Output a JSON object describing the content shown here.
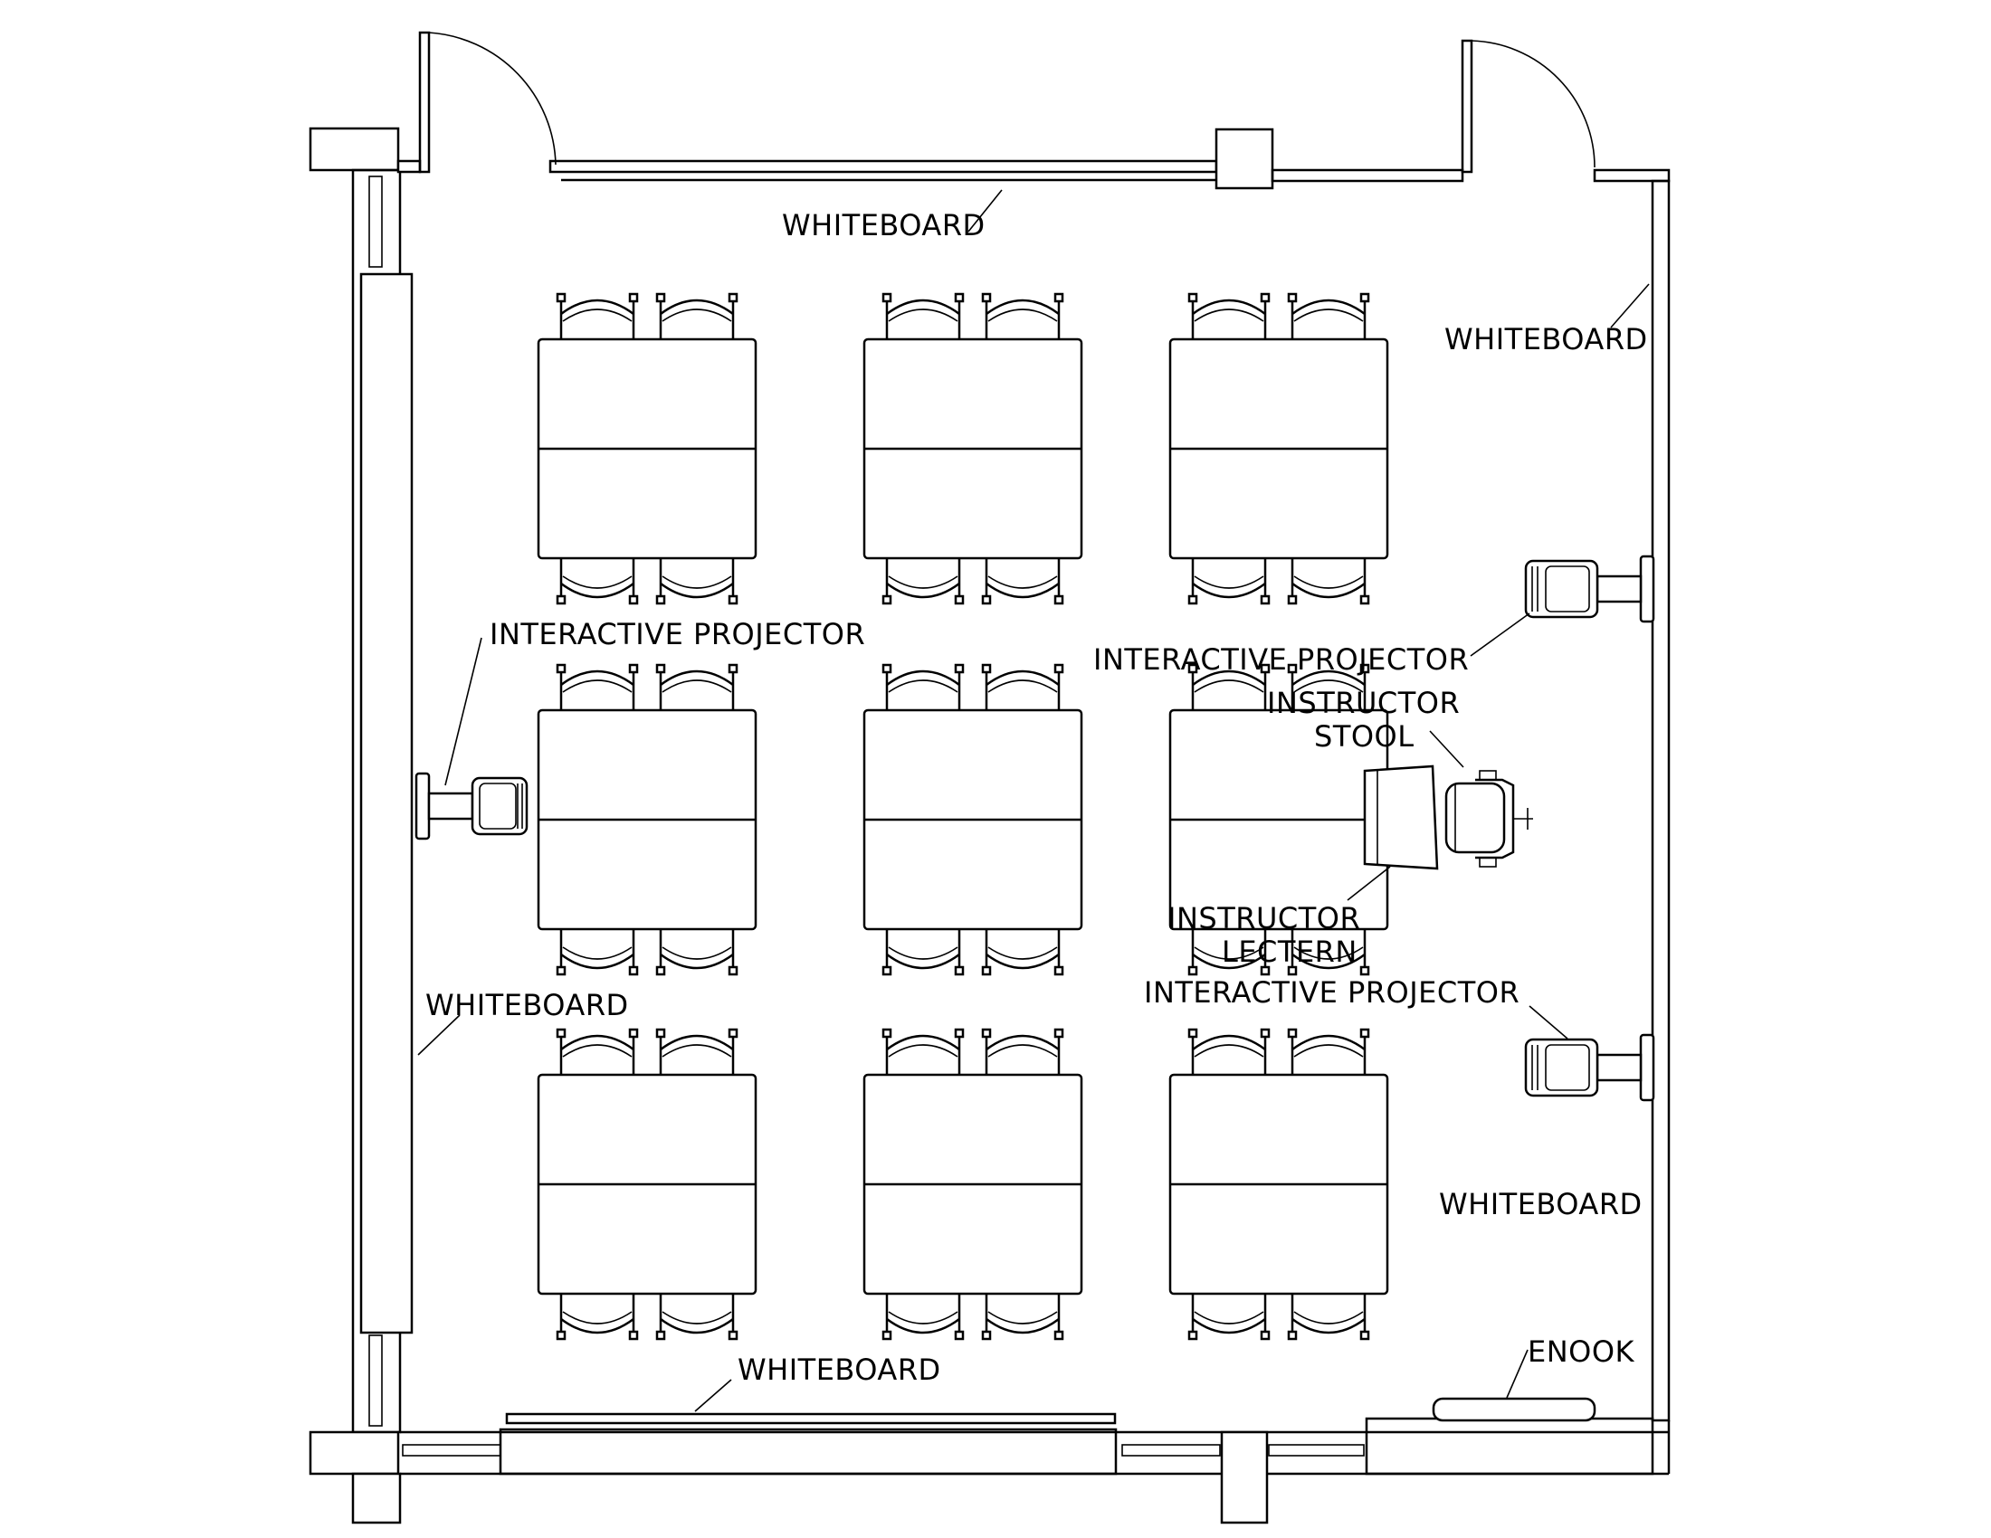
{
  "labels": {
    "whiteboard_top": "WHITEBOARD",
    "whiteboard_right_upper": "WHITEBOARD",
    "whiteboard_left": "WHITEBOARD",
    "whiteboard_right_lower": "WHITEBOARD",
    "whiteboard_bottom": "WHITEBOARD",
    "projector_left": "INTERACTIVE  PROJECTOR",
    "projector_right_upper": "INTERACTIVE  PROJECTOR",
    "projector_right_lower": "INTERACTIVE  PROJECTOR",
    "instructor_stool_line1": "INSTRUCTOR",
    "instructor_stool_line2": "STOOL",
    "instructor_lectern_line1": "INSTRUCTOR",
    "instructor_lectern_line2": "LECTERN",
    "enook": "ENOOK"
  },
  "colors": {
    "line": "#000000",
    "background": "#ffffff"
  }
}
